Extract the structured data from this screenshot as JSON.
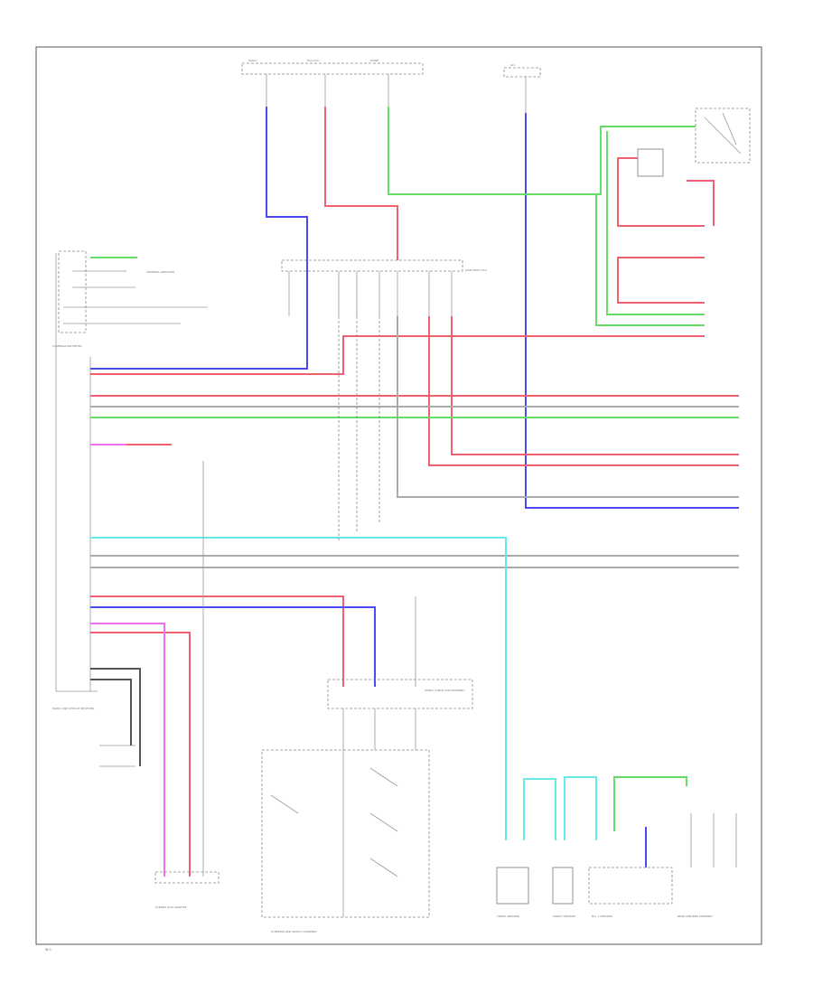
{
  "colors": {
    "blue": "#4a4af0",
    "red": "#f06070",
    "green": "#66dd66",
    "cyan": "#66e8e8",
    "magenta": "#f070f0",
    "gray": "#999999",
    "black": "#333333"
  },
  "labels": {
    "main_ecu": "COMBINATION METER",
    "left_connector": "RADIO AND DISPLAY RECEIVER",
    "stereo_jack": "STEREO JACK ADAPTER",
    "spiral_cable": "SPIRAL CABLE SUB-ASSEMBLY",
    "steering_switch": "STEERING PAD SWITCH ASSEMBLY",
    "front_speaker_l": "FRONT SPEAKER",
    "front_speaker_r": "FRONT SPEAKER",
    "no1_speaker": "NO. 1 SPEAKER",
    "rear_speaker": "REAR SPEAKER ASSEMBLY",
    "antenna": "ANTENNA AMPLIFIER",
    "main_junction": "MAIN BODY ECU",
    "fuse_a": "RADIO",
    "fuse_b": "ECU-ACC",
    "fuse_c": "DOME",
    "fuse_d": "IG1",
    "page_code": "W-1"
  }
}
